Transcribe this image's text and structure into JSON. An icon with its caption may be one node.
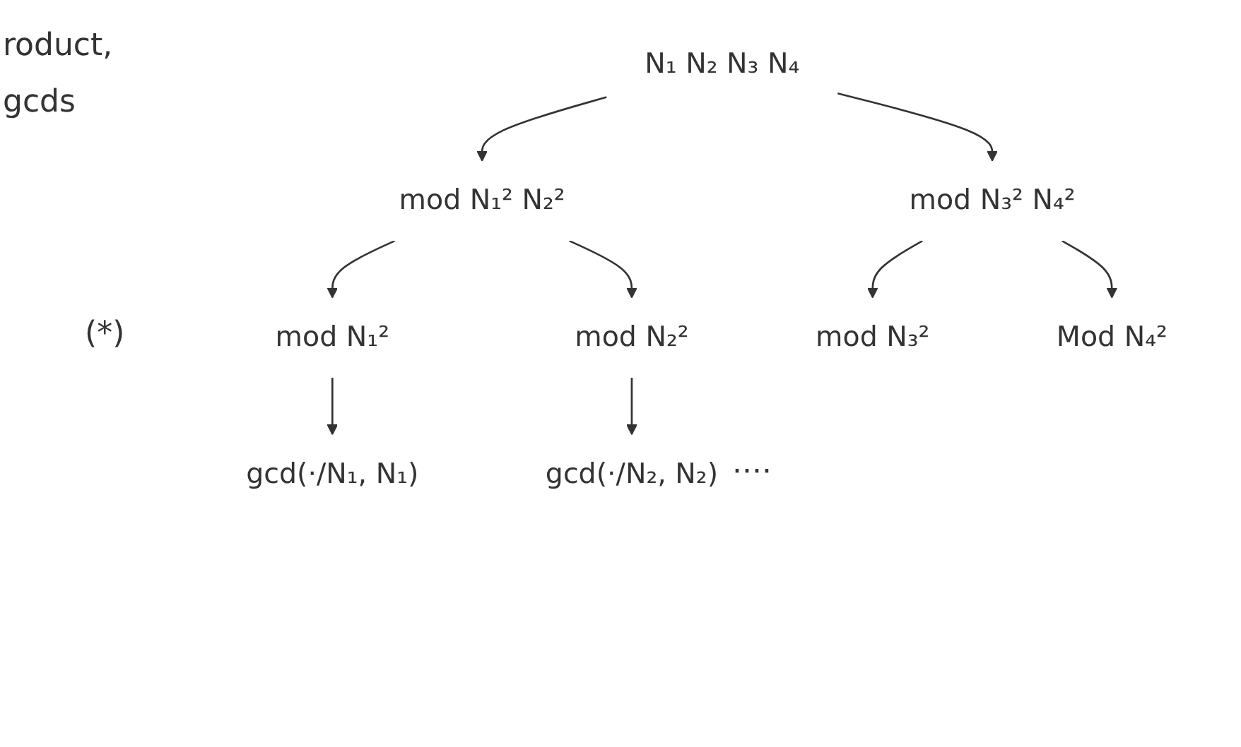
{
  "diagram": {
    "nodes": [
      {
        "text": [
          "N₁ N₂ N₃ N₄"
        ]
      },
      {
        "text": [
          "mod N₁² N₂²"
        ]
      },
      {
        "text": [
          "mod N₃² N₄²"
        ]
      },
      {
        "text": [
          "mod N₁²"
        ]
      },
      {
        "text": [
          "mod N₂²"
        ]
      },
      {
        "text": [
          "mod N₃²"
        ]
      },
      {
        "text": [
          "Mod N₄²"
        ]
      },
      {
        "text": [
          "gcd(·/N₁, N₁)"
        ]
      },
      {
        "text": [
          "gcd(·/N₂, N₂)"
        ]
      }
    ],
    "edges": [
      {
        "from": 0,
        "to": 1,
        "arrow": "to"
      },
      {
        "from": 0,
        "to": 2,
        "arrow": "to"
      },
      {
        "from": 1,
        "to": 3,
        "arrow": "to"
      },
      {
        "from": 1,
        "to": 4,
        "arrow": "to"
      },
      {
        "from": 2,
        "to": 5,
        "arrow": "to"
      },
      {
        "from": 2,
        "to": 6,
        "arrow": "to"
      },
      {
        "from": 3,
        "to": 7,
        "arrow": "to"
      },
      {
        "from": 4,
        "to": 8,
        "arrow": "to"
      }
    ],
    "labels": [
      "roduct,",
      "gcds",
      "(*)",
      "····"
    ]
  }
}
